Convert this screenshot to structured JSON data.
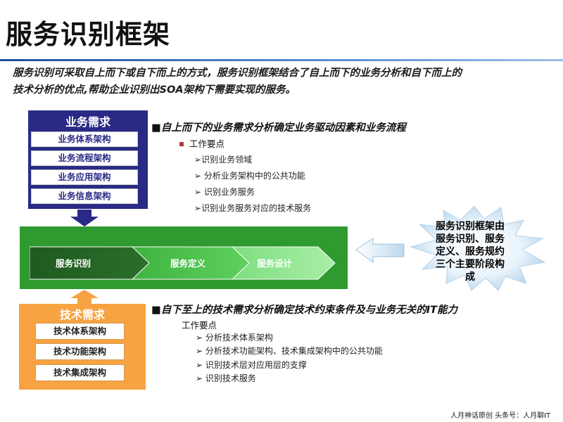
{
  "title": "服务识别框架",
  "intro": {
    "line1": "服务识别可采取自上而下或自下而上的方式，服务识别框架结合了自上而下的业务分析和自下而上的",
    "line2": "技术分析的优点,帮助企业识别出SOA架构下需要实现的服务。"
  },
  "business": {
    "title": "业务需求",
    "items": [
      "业务体系架构",
      "业务流程架构",
      "业务应用架构",
      "业务信息架构"
    ],
    "color": "#2a2a86"
  },
  "technical": {
    "title": "技术需求",
    "items": [
      "技术体系架构",
      "技术功能架构",
      "技术集成架构"
    ],
    "color": "#f7a342"
  },
  "flow": {
    "steps": [
      "服务识别",
      "服务定义",
      "服务设计"
    ],
    "band_color": "#2f9a2f"
  },
  "top_section": {
    "heading": "自上而下的业务需求分析确定业务驱动因素和业务流程",
    "sub": "工作要点",
    "points": [
      "识别业务领域",
      "分析业务架构中的公共功能",
      "识别业务服务",
      "识别业务服务对应的技术服务"
    ]
  },
  "bottom_section": {
    "heading": "自下至上的技术需求分析确定技术约束条件及与业务无关的IT能力",
    "sub": "工作要点",
    "points": [
      "分析技术体系架构",
      "分析技术功能架构、技术集成架构中的公共功能",
      "识别技术层对应用层的支撑",
      "识别技术服务"
    ]
  },
  "callout": {
    "text": "服务识别框架由服务识别、服务定义、服务规约三个主要阶段构成"
  },
  "footer": "人月神话原创    头条号：人月聊IT"
}
